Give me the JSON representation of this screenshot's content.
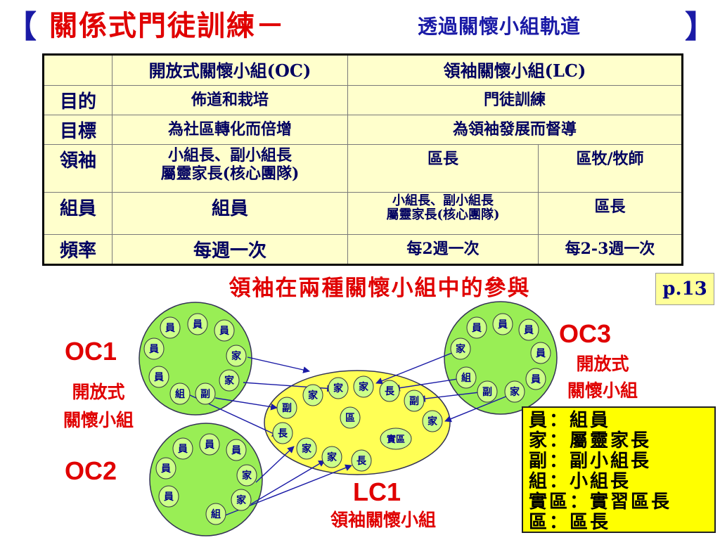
{
  "title": {
    "open_bracket": "【",
    "main": "關係式門徒訓練－",
    "sub": "透過關懷小組軌道",
    "close_bracket": "】"
  },
  "table": {
    "headers": [
      "",
      "開放式關懷小組(OC)",
      "領袖關懷小組(LC)"
    ],
    "rows": {
      "purpose": {
        "label": "目的",
        "oc": "佈道和栽培",
        "lc": "門徒訓練"
      },
      "goal": {
        "label": "目標",
        "oc": "為社區轉化而倍增",
        "lc": "為領袖發展而督導"
      },
      "leader": {
        "label": "領袖",
        "oc_line1": "小組長、副小組長",
        "oc_line2": "屬靈家長(核心團隊)",
        "lc_a": "區長",
        "lc_b": "區牧/牧師"
      },
      "members": {
        "label": "組員",
        "oc": "組員",
        "lc_a_line1": "小組長、副小組長",
        "lc_a_line2": "屬靈家長(核心團隊)",
        "lc_b": "區長"
      },
      "frequency": {
        "label": "頻率",
        "oc": "每週一次",
        "lc_a": "每2週一次",
        "lc_b": "每2-3週一次"
      }
    }
  },
  "diagram": {
    "heading": "領袖在兩種關懷小組中的參與",
    "page_label": "p.13",
    "oc1": {
      "name": "OC1",
      "desc_line1": "開放式",
      "desc_line2": "關懷小組"
    },
    "oc2": {
      "name": "OC2"
    },
    "oc3": {
      "name": "OC3",
      "desc_line1": "開放式",
      "desc_line2": "關懷小組"
    },
    "lc1": {
      "name": "LC1",
      "desc": "領袖關懷小組"
    },
    "colors": {
      "oc_fill": "#99ee55",
      "lc_fill": "#ffff55",
      "node_fill": "#ccff88",
      "node_text": "#00008b",
      "red_text": "#e00000",
      "arrow": "#1a1aa6"
    }
  },
  "legend": [
    "員：組員",
    "家：屬靈家長",
    "副：副小組長",
    "組：小組長",
    "實區：實習區長",
    "區：區長"
  ]
}
